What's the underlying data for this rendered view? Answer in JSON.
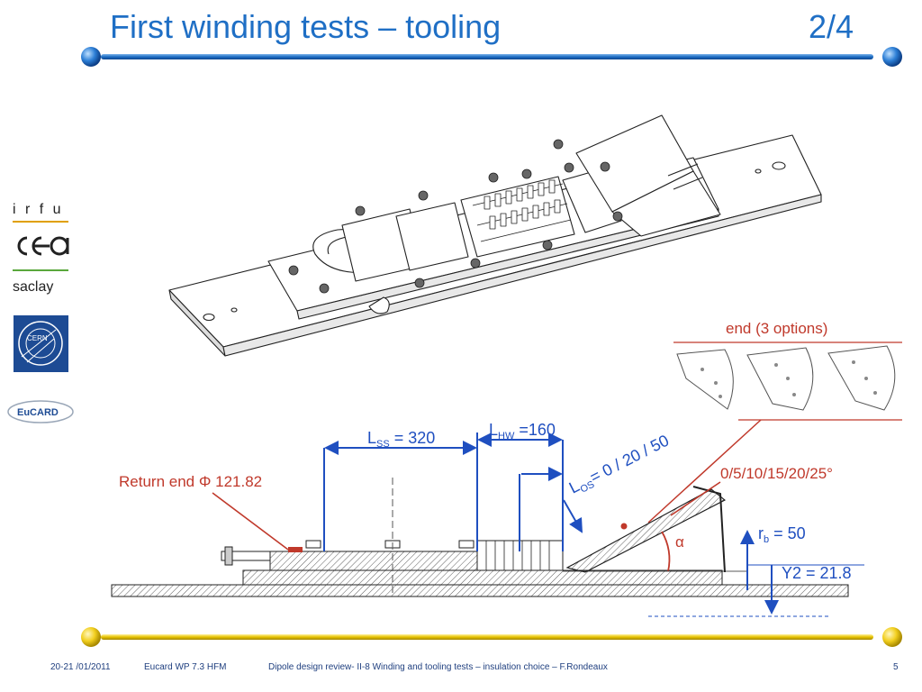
{
  "slide": {
    "title": "First winding tests – tooling",
    "page_fraction": "2/4"
  },
  "logos": {
    "irfu": "i r f u",
    "cea": "cea",
    "saclay": "saclay",
    "cern": "CERN",
    "eucard": "EuCARD"
  },
  "annotations": {
    "end_options": "end (3 options)",
    "l_ss_main": "L",
    "l_ss_sub": "SS",
    "l_ss_val": " = 320",
    "l_hw_main": "L",
    "l_hw_sub": "HW",
    "l_hw_val": " =160",
    "l_os_main": "L",
    "l_os_sub": "OS",
    "l_os_val": "= 0 / 20 / 50",
    "return_end": "Return end Φ 121.82",
    "angles": "0/5/10/15/20/25°",
    "alpha": "α",
    "rb_main": "r",
    "rb_sub": "b",
    "rb_val": " = 50",
    "y2": "Y2 = 21.8"
  },
  "footer": {
    "date": "20-21 /01/2011",
    "project": "Eucard WP 7.3 HFM",
    "description": "Dipole design review-  II-8 Winding and tooling tests – insulation choice – F.Rondeaux",
    "page_number": "5"
  },
  "colors": {
    "title_blue": "#1f6fc5",
    "dim_blue": "#1f4fc0",
    "annot_red": "#c0392b",
    "top_bar": "#1f6fc5",
    "bottom_bar": "#e6c200"
  }
}
